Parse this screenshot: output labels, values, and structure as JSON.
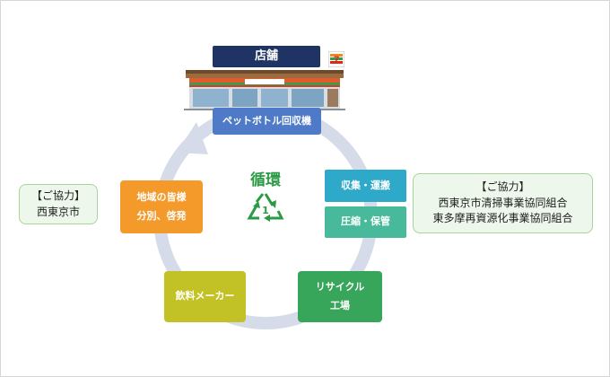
{
  "store": {
    "label": "店舗",
    "sign_text": "7"
  },
  "flow": {
    "pet_machine": "ペットボトル回収機",
    "collection": "収集・運搬",
    "compression": "圧縮・保管",
    "recycle_plant": [
      "リサイクル",
      "工場"
    ],
    "beverage_maker": "飲料メーカー",
    "region": [
      "地域の皆様",
      "分別、啓発"
    ]
  },
  "center": {
    "title": "循環",
    "mark_number": "1"
  },
  "cooperation_left": {
    "heading": "【ご協力】",
    "lines": [
      "西東京市"
    ]
  },
  "cooperation_right": {
    "heading": "【ご協力】",
    "lines": [
      "西東京市清掃事業協同組合",
      "東多摩再資源化事業協同組合"
    ]
  },
  "colors": {
    "store_label": "#1f3464",
    "pet_machine": "#4f7ac8",
    "collection": "#2fa9c9",
    "compression": "#48b99a",
    "recycle_plant": "#37a55a",
    "beverage_maker": "#c2c227",
    "region": "#f39a2b",
    "cycle_ring": "#d5dbe9",
    "cycle_text": "#2a9a45"
  }
}
